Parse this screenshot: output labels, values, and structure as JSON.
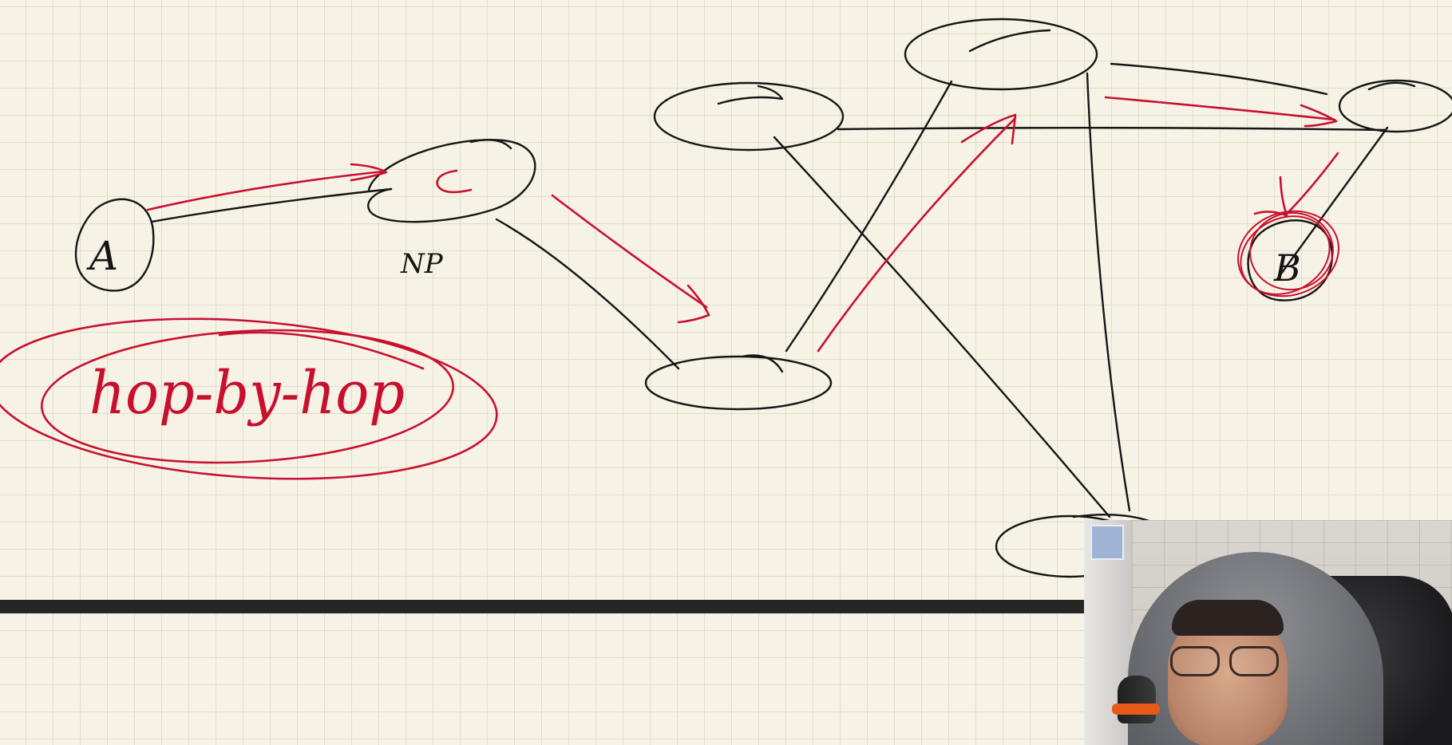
{
  "whiteboard": {
    "background": "#f6f3e6",
    "grid_color": "#e1ddcc",
    "ink_black": "#151515",
    "ink_red": "#c8102e"
  },
  "labels": {
    "node_source": "A",
    "node_router": "c",
    "node_router_caption": "NP",
    "node_destination": "B",
    "hop_note": "hop-by-hop"
  },
  "webcam": {
    "description": "presenter-webcam"
  }
}
